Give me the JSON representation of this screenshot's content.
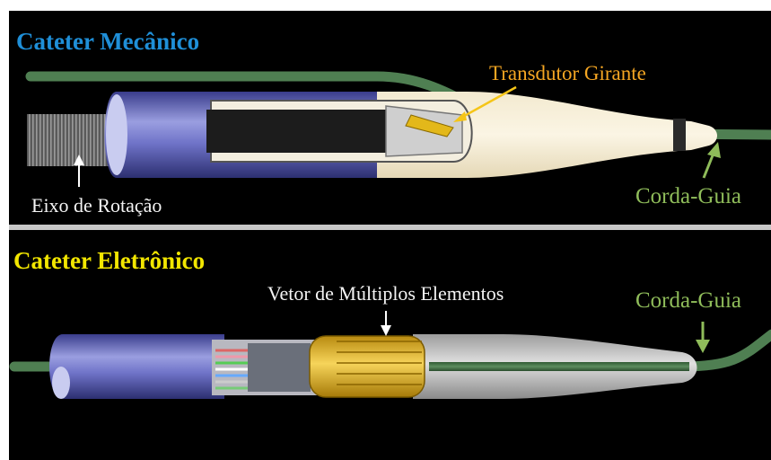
{
  "top_panel": {
    "title": "Cateter Mecânico",
    "transducer_label": "Transdutor Girante",
    "axis_label": "Eixo de Rotação",
    "guidewire_label": "Corda-Guia"
  },
  "bottom_panel": {
    "title": "Cateter Eletrônico",
    "array_label": "Vetor de Múltiplos Elementos",
    "guidewire_label": "Corda-Guia"
  },
  "colors": {
    "title_mechanical": "#1f8fd8",
    "title_electronic": "#f2e600",
    "transducer_label": "#f5a623",
    "guidewire": "#8fbc5a",
    "sheath": "#6f73c8",
    "background": "#000000"
  }
}
